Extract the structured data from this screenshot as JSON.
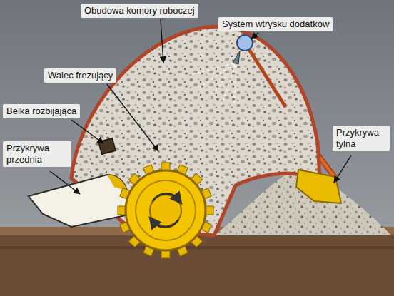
{
  "diagram": {
    "labels": [
      "Obudowa komory roboczej",
      "System wtrysku dodatków",
      "Walec frezujący",
      "Belka rozbijająca",
      "Przykrywa przednia",
      "Przykrywa tylna"
    ]
  }
}
